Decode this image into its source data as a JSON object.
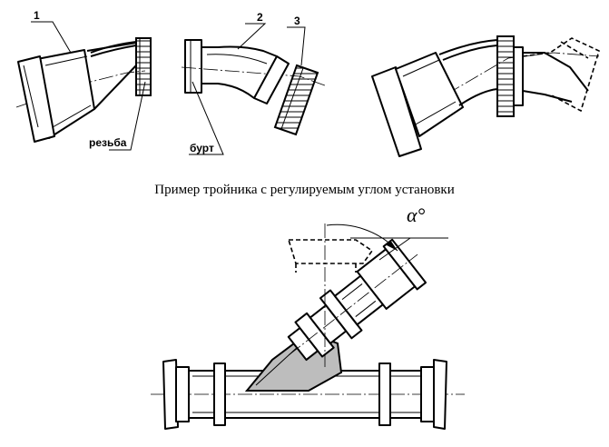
{
  "labels": {
    "part_1": "1",
    "part_2": "2",
    "part_3": "3",
    "thread": "резьба",
    "collar": "бурт"
  },
  "caption": "Пример тройника с регулируемым углом установки",
  "angle_label": "α°"
}
